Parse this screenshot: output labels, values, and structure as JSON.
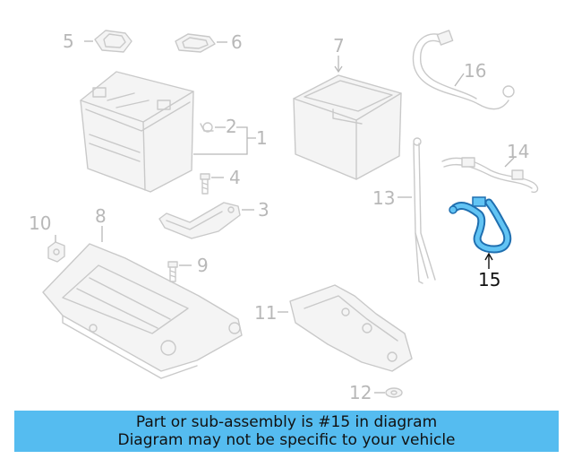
{
  "diagram": {
    "callouts": {
      "c1": "1",
      "c2": "2",
      "c3": "3",
      "c4": "4",
      "c5": "5",
      "c6": "6",
      "c7": "7",
      "c8": "8",
      "c9": "9",
      "c10": "10",
      "c11": "11",
      "c12": "12",
      "c13": "13",
      "c14": "14",
      "c15": "15",
      "c16": "16"
    },
    "highlighted_part": "15"
  },
  "banner": {
    "line1": "Part or sub-assembly is #15 in diagram",
    "line2": "Diagram may not be specific to your vehicle"
  },
  "colors": {
    "banner_bg": "#55bcf0",
    "highlight_stroke": "#1f6fb0",
    "highlight_fill": "#62c4f4",
    "part_line": "#c9c9c9",
    "label_gray": "#b8b8b8"
  }
}
